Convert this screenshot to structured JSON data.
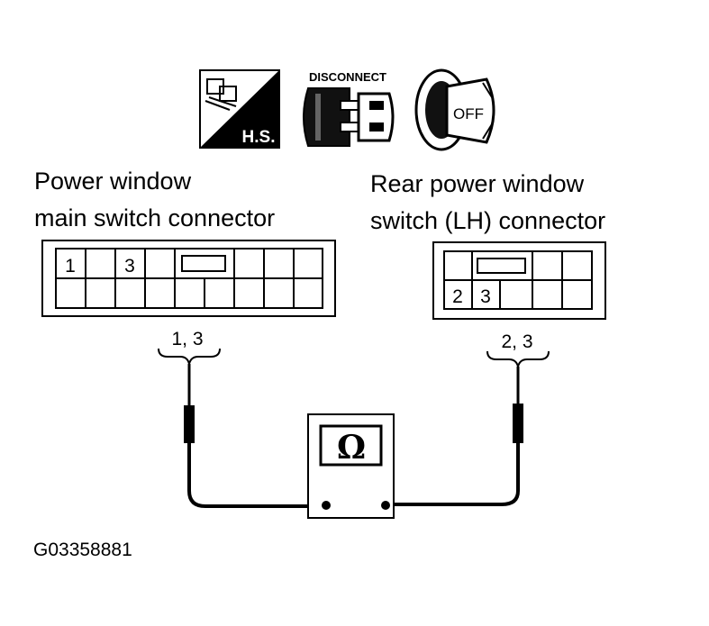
{
  "icons": {
    "harness_label": "H.S.",
    "disconnect_label": "DISCONNECT",
    "ignition_label": "OFF",
    "harness_icon": "harness-check-icon",
    "disconnect_icon": "disconnect-connector-icon",
    "ignition_icon": "ignition-key-off-icon"
  },
  "left_connector": {
    "title_line1": "Power window",
    "title_line2": "main switch connector",
    "pin_a": "1",
    "pin_b": "3",
    "probe_label": "1, 3"
  },
  "right_connector": {
    "title_line1": "Rear power window",
    "title_line2": "switch (LH) connector",
    "pin_a": "2",
    "pin_b": "3",
    "probe_label": "2, 3"
  },
  "meter": {
    "symbol": "Ω"
  },
  "figure_code": "G03358881"
}
